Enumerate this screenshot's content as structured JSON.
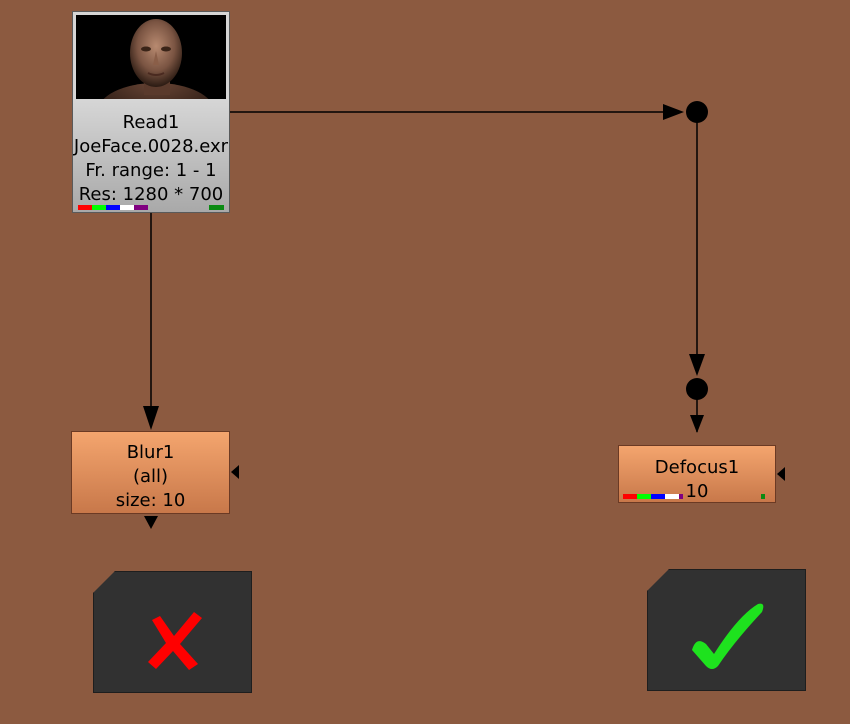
{
  "read_node": {
    "name": "Read1",
    "file": "JoeFace.0028.exr",
    "frame_range": "Fr. range:  1 - 1",
    "resolution": "Res:  1280 * 700",
    "thumbnail": "face-render-thumbnail"
  },
  "blur_node": {
    "name": "Blur1",
    "channels": "(all)",
    "size": "size:  10"
  },
  "defocus_node": {
    "name": "Defocus1",
    "value": "10"
  },
  "results": {
    "blur_result_icon": "red-x-icon",
    "defocus_result_icon": "green-check-icon"
  },
  "colors": {
    "background": "#8c5a40",
    "node_orange": "#f4a56e",
    "fail_red": "#ff0000",
    "pass_green": "#1ee21e",
    "channel_colors": [
      "#ff0000",
      "#00ff00",
      "#0000ff",
      "#ffffff",
      "#800080"
    ]
  }
}
